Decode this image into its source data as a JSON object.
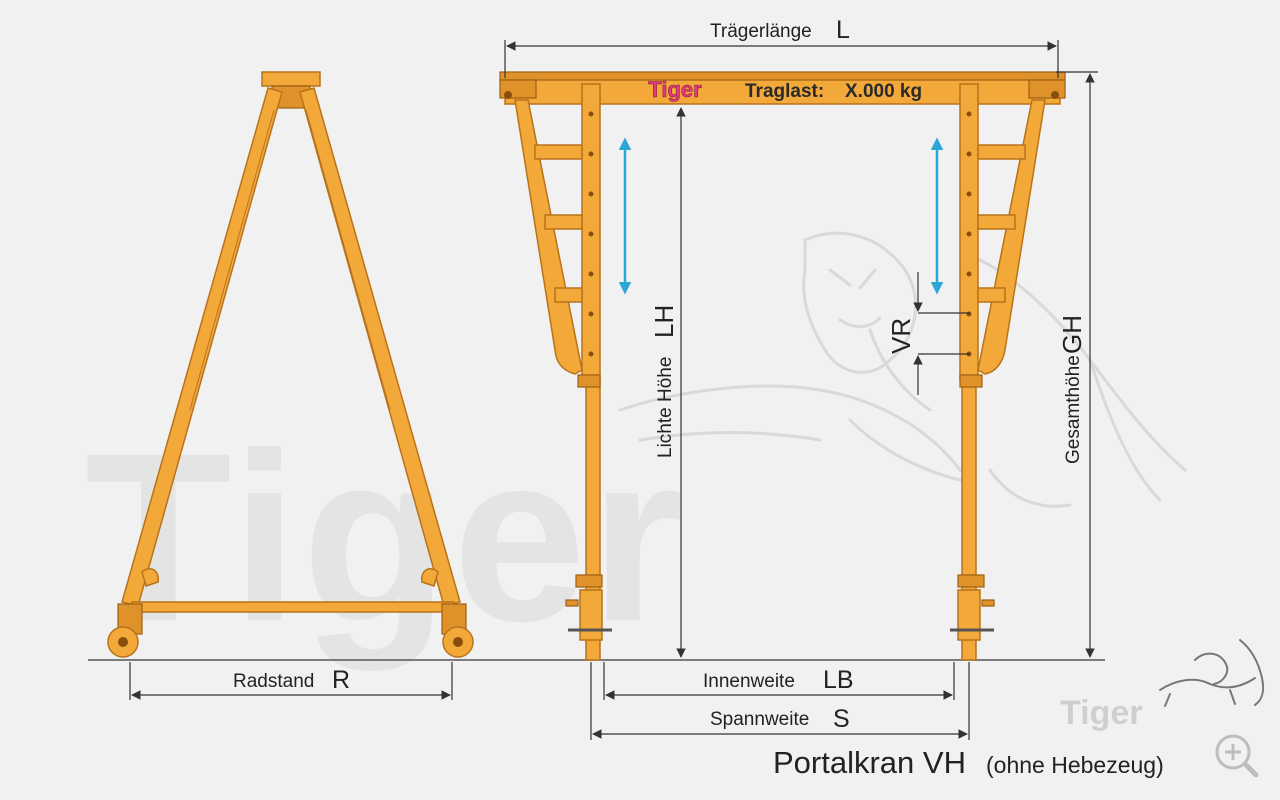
{
  "colors": {
    "background": "#f1f1f1",
    "steel": "#f2a93a",
    "steel_outline": "#b8731a",
    "watermark": "#e4e4e4",
    "height_arrow": "#2aa7d6",
    "logo_text": "#e23c7a",
    "dimension_text": "#222222"
  },
  "beam": {
    "brand": "Tiger",
    "load_label": "Traglast:",
    "load_value": "X.000 kg"
  },
  "dimensions": {
    "beam_length": {
      "text": "Trägerlänge",
      "symbol": "L"
    },
    "clear_height": {
      "text": "Lichte Höhe",
      "symbol": "LH"
    },
    "adjust_range": {
      "symbol": "VR"
    },
    "total_height": {
      "text": "Gesamthöhe",
      "symbol": "GH"
    },
    "wheelbase": {
      "text": "Radstand",
      "symbol": "R"
    },
    "inner_width": {
      "text": "Innenweite",
      "symbol": "LB"
    },
    "span": {
      "text": "Spannweite",
      "symbol": "S"
    }
  },
  "caption": {
    "title": "Portalkran VH",
    "subtitle": "(ohne Hebezeug)"
  },
  "watermark": {
    "text": "Tiger"
  },
  "logo": {
    "text": "Tiger",
    "icon": "tiger-icon"
  },
  "zoom": {
    "icon": "zoom-in-icon"
  }
}
